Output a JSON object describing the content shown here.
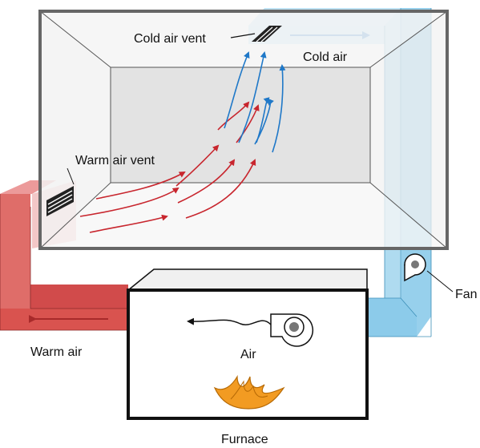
{
  "labels": {
    "cold_air_vent": "Cold air vent",
    "cold_air": "Cold air",
    "warm_air_vent": "Warm air vent",
    "warm_air": "Warm air",
    "fan": "Fan",
    "air": "Air",
    "furnace": "Furnace"
  },
  "colors": {
    "room_back_wall": "#e3e3e3",
    "room_side_walls": "#f4f4f4",
    "room_outline": "#666666",
    "warm_duct": "#d9534f",
    "warm_duct_light": "#e88f8f",
    "cold_duct": "#8ccbea",
    "cold_duct_light": "#bfe3f4",
    "warm_arrow": "#c8262e",
    "cold_arrow": "#1f78c8",
    "flame": "#f29b22",
    "furnace_top": "#f0f0f0",
    "outline": "#111111"
  },
  "icons": [
    "fan-icon",
    "flame-icon",
    "arrow-icon",
    "vent-grille-icon"
  ]
}
